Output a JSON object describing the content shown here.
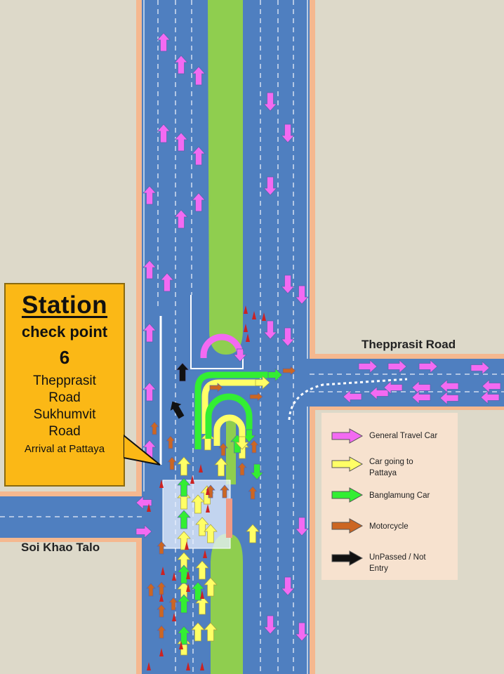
{
  "station": {
    "title": "Station",
    "subtitle": "check point",
    "number": "6",
    "road1_line1": "Thepprasit",
    "road1_line2": "Road",
    "road2_line1": "Sukhumvit",
    "road2_line2": "Road",
    "arrival": "Arrival at Pattaya"
  },
  "roads": {
    "east": "Thepprasit Road",
    "west": "Soi Khao Talo"
  },
  "legend": [
    {
      "label": "General Travel Car",
      "color": "#f36af2"
    },
    {
      "label": "Car going to Pattaya",
      "color": "#ffff66"
    },
    {
      "label": "Banglamung Car",
      "color": "#33ee33"
    },
    {
      "label": "Motorcycle",
      "color": "#cc6622"
    },
    {
      "label": "UnPassed / Not Entry",
      "color": "#111111"
    }
  ],
  "colors": {
    "ground": "#ddd9c9",
    "road": "#4f7fc0",
    "median": "#8fce4f",
    "sidewalk": "#f5b88f",
    "station_panel": "#fbb816",
    "legend_bg": "#f7e2cf"
  }
}
